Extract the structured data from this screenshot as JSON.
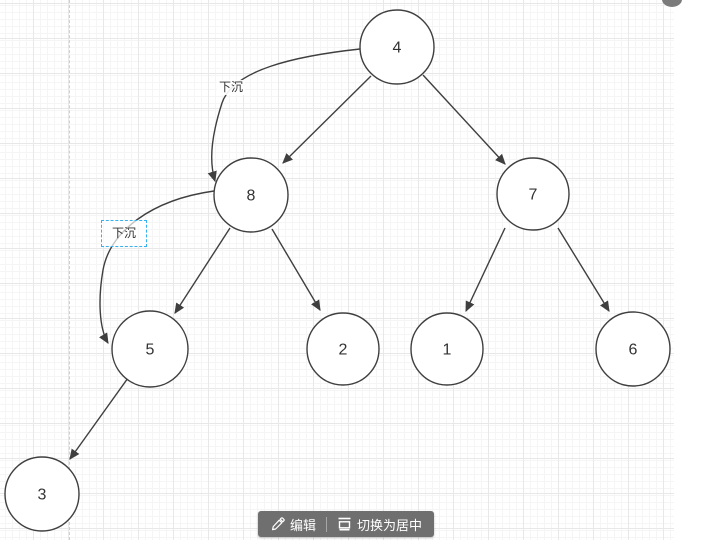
{
  "app": {
    "kind": "diagram-editor-canvas",
    "accent_selection_color": "#35b1f2",
    "toolbar_bg": "#6f6f6f",
    "stroke_color": "#3f3f3f",
    "node_fill": "#ffffff"
  },
  "diagram": {
    "type": "binary-tree",
    "nodes": [
      {
        "id": "n4",
        "value": "4"
      },
      {
        "id": "n8",
        "value": "8"
      },
      {
        "id": "n7",
        "value": "7"
      },
      {
        "id": "n5",
        "value": "5"
      },
      {
        "id": "n2",
        "value": "2"
      },
      {
        "id": "n1",
        "value": "1"
      },
      {
        "id": "n6",
        "value": "6"
      },
      {
        "id": "n3",
        "value": "3"
      }
    ],
    "edges": [
      {
        "from": "4",
        "to": "8",
        "type": "straight"
      },
      {
        "from": "4",
        "to": "7",
        "type": "straight"
      },
      {
        "from": "8",
        "to": "5",
        "type": "straight"
      },
      {
        "from": "8",
        "to": "2",
        "type": "straight"
      },
      {
        "from": "7",
        "to": "1",
        "type": "straight"
      },
      {
        "from": "7",
        "to": "6",
        "type": "straight"
      },
      {
        "from": "5",
        "to": "3",
        "type": "straight"
      },
      {
        "from": "4",
        "to": "8",
        "type": "curved",
        "label": "下沉",
        "selected": false
      },
      {
        "from": "8",
        "to": "5",
        "type": "curved",
        "label": "下沉",
        "selected": true
      }
    ],
    "labels": {
      "sink1": "下沉",
      "sink2": "下沉"
    }
  },
  "toolbar": {
    "edit_label": "编辑",
    "toggle_center_label": "切换为居中"
  }
}
